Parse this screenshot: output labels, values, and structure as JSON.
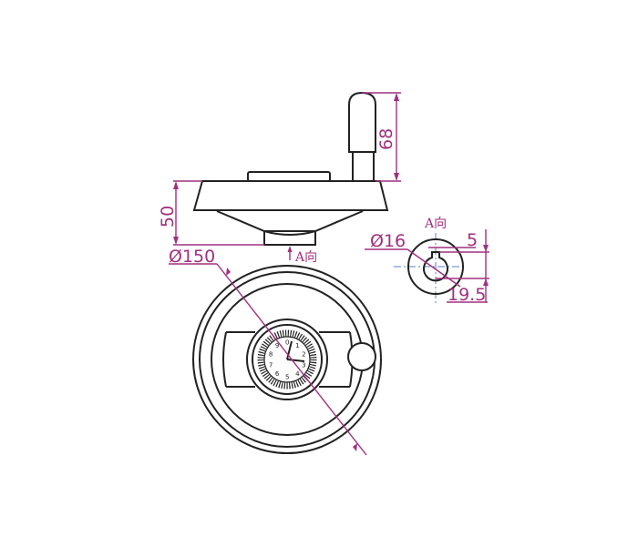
{
  "dimensions": {
    "handle_height": "68",
    "wheel_height": "50",
    "wheel_diameter": "Ø150",
    "bore_diameter": "Ø16",
    "key_width": "5",
    "key_depth": "19.5"
  },
  "view_labels": {
    "side_view_arrow": "A向",
    "detail_view": "A向"
  },
  "clock_numbers": [
    "0",
    "1",
    "2",
    "3",
    "4",
    "5",
    "6",
    "7",
    "8",
    "9"
  ],
  "colors": {
    "dimension": "#a0307f",
    "outline": "#222222",
    "centerline": "#5b7fd1"
  }
}
